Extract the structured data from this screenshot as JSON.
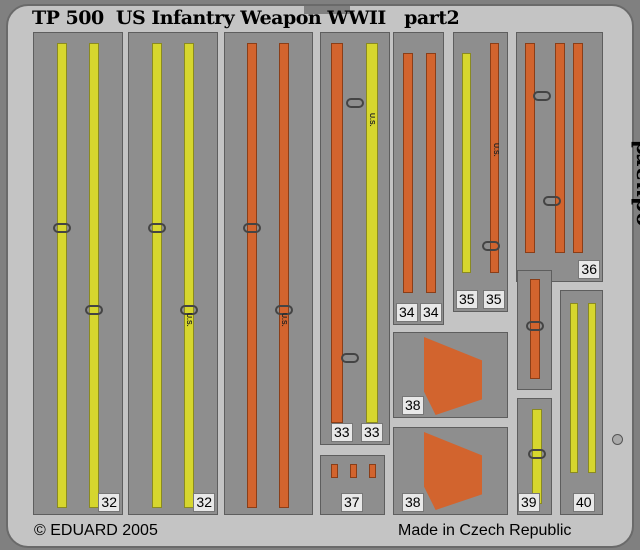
{
  "title": "TP 500  US Infantry Weapon WWII   part2",
  "brand": "eduard",
  "footer": {
    "copyright": "© EDUARD 2005",
    "origin": "Made in Czech Republic"
  },
  "parts": {
    "p32a": "32",
    "p32b": "32",
    "p33a": "33",
    "p33b": "33",
    "p34a": "34",
    "p34b": "34",
    "p35a": "35",
    "p35b": "35",
    "p36": "36",
    "p37": "37",
    "p38a": "38",
    "p38b": "38",
    "p39": "39",
    "p40": "40"
  },
  "stamps": {
    "us": "U.S."
  },
  "colors": {
    "yellow": "#d6d62e",
    "orange": "#d2642e",
    "fret": "#c4c4c4",
    "panel": "#8e8e8e"
  }
}
